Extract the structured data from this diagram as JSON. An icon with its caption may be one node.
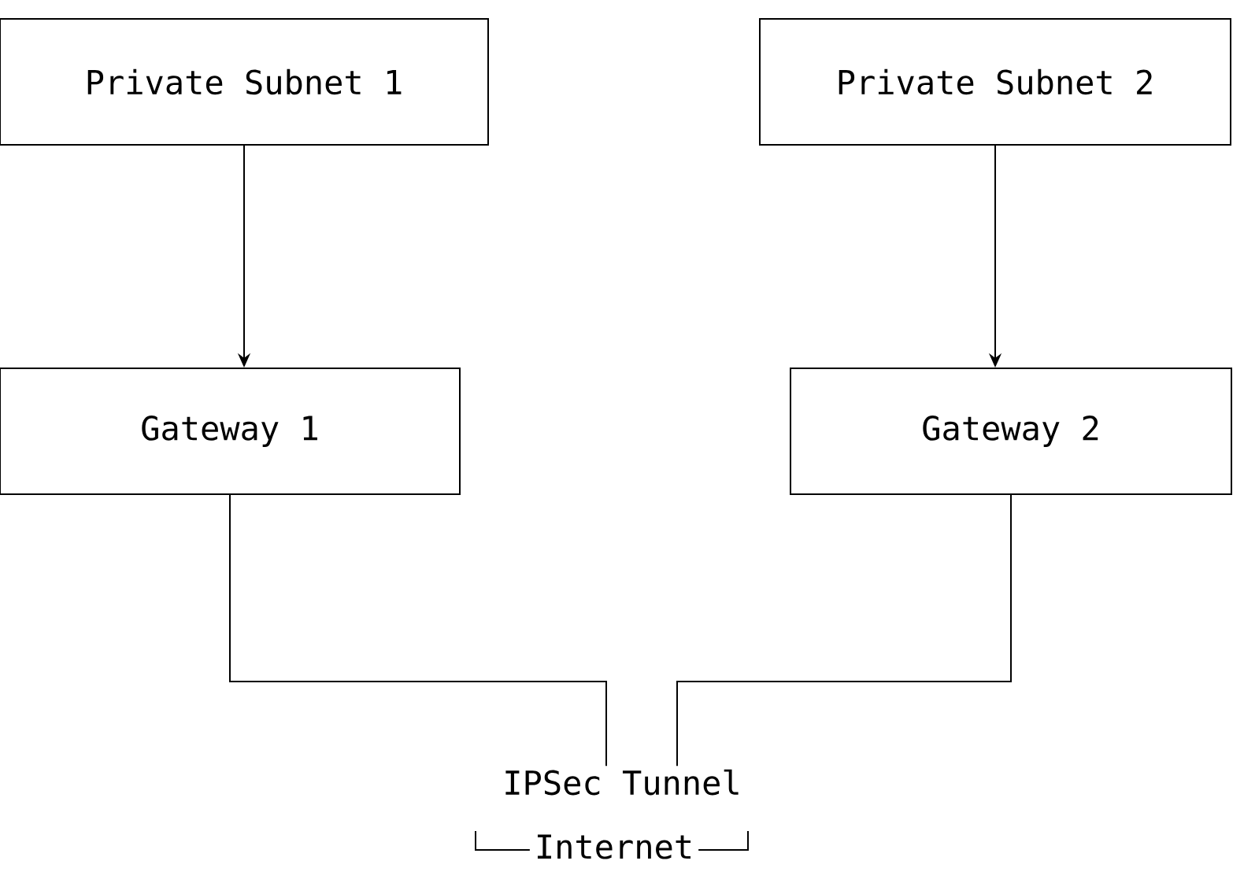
{
  "diagram": {
    "nodes": [
      {
        "text": [
          "Private Subnet 1"
        ]
      },
      {
        "text": [
          "Private Subnet 2"
        ]
      },
      {
        "text": [
          "Gateway 1"
        ]
      },
      {
        "text": [
          "Gateway 2"
        ]
      },
      {
        "text": [
          "IPSec Tunnel"
        ]
      }
    ],
    "edges": [
      {
        "from": 0,
        "to": 2,
        "arrow": "to"
      },
      {
        "from": 1,
        "to": 3,
        "arrow": "to"
      },
      {
        "from": 2,
        "to": 4,
        "arrow": "none"
      },
      {
        "from": 3,
        "to": 4,
        "arrow": "none"
      }
    ],
    "labels": [
      "Internet"
    ]
  }
}
